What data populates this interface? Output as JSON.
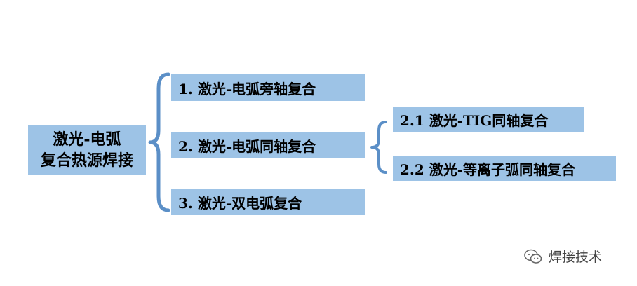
{
  "root": {
    "line1": "激光-电弧",
    "line2": "复合热源焊接"
  },
  "branches": [
    {
      "label": "1. 激光-电弧旁轴复合"
    },
    {
      "label": "2. 激光-电弧同轴复合"
    },
    {
      "label": "3. 激光-双电弧复合"
    }
  ],
  "subbranches": [
    {
      "label": "2.1  激光-TIG同轴复合"
    },
    {
      "label": "2.2  激光-等离子弧同轴复合"
    }
  ],
  "watermark": {
    "text": "焊接技术",
    "icon": "wechat-icon"
  },
  "colors": {
    "box_fill": "#9dc3e6",
    "brace": "#5b8fc7"
  }
}
